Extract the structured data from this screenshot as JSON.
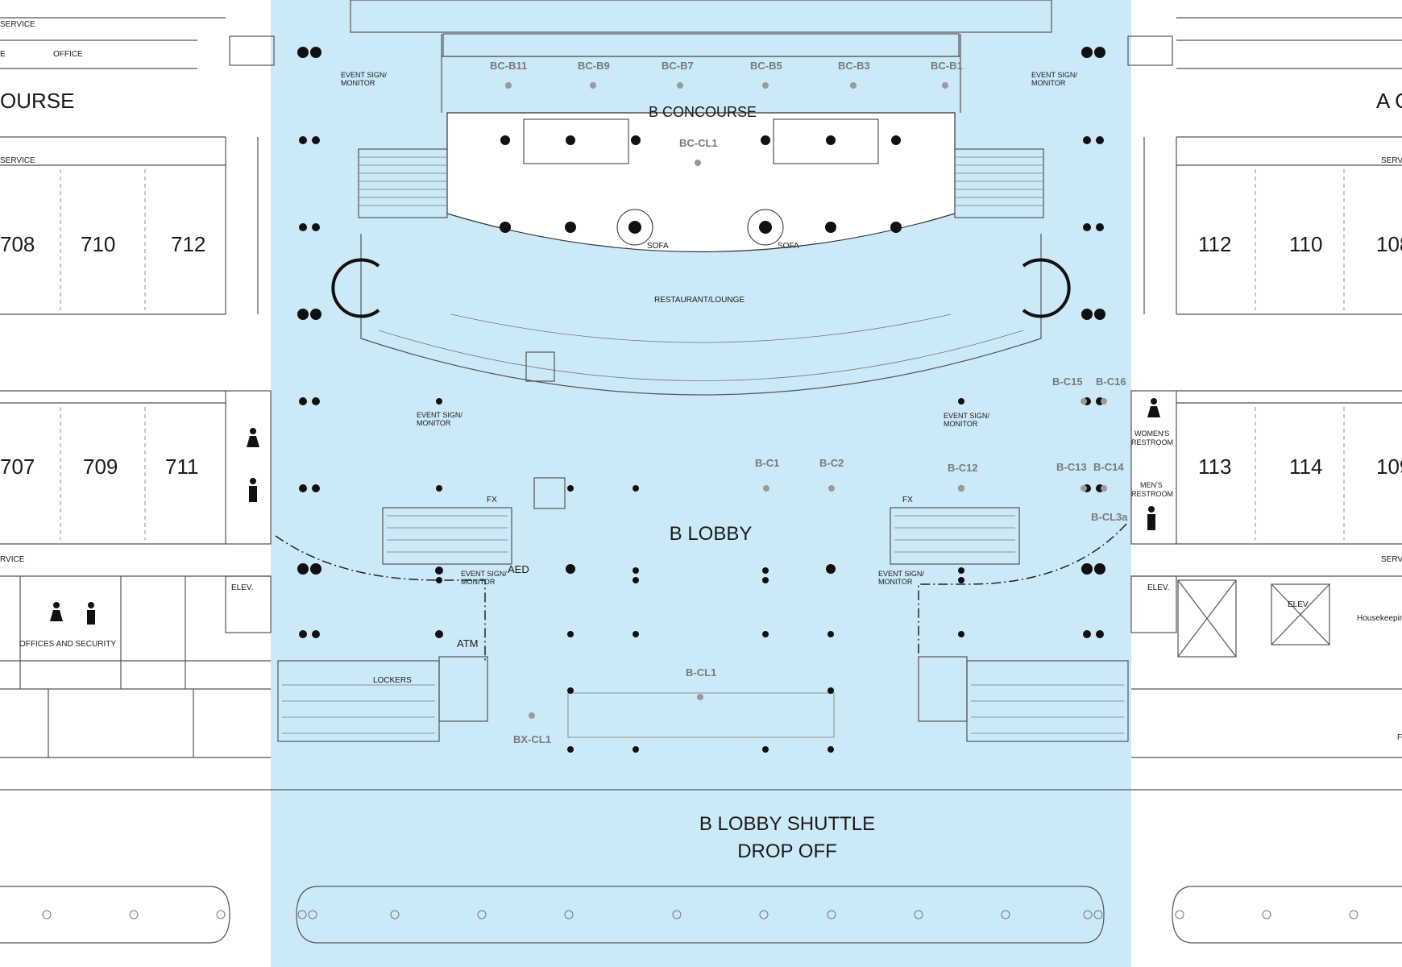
{
  "colors": {
    "highlight": "#cce9f7",
    "background": "#ffffff",
    "column": "#111111",
    "marker": "#9a9a9a"
  },
  "areas": {
    "b_concourse": "B CONCOURSE",
    "b_lobby": "B LOBBY",
    "restaurant": "RESTAURANT/LOUNGE",
    "shuttle_line1": "B LOBBY SHUTTLE",
    "shuttle_line2": "DROP OFF",
    "left_concourse": "OURSE",
    "right_concourse": "A C"
  },
  "rooms_left": {
    "r708": "708",
    "r710": "710",
    "r712": "712",
    "r707": "707",
    "r709": "709",
    "r711": "711"
  },
  "rooms_right": {
    "r112": "112",
    "r110": "110",
    "r108": "108",
    "r113": "113",
    "r114": "114",
    "r109": "109"
  },
  "labels": {
    "service": "SERVICE",
    "service_short": "RVICE",
    "serv": "SERV",
    "office": "OFFICE",
    "office_e": "E",
    "offices_security": "OFFICES AND SECURITY",
    "elev": "ELEV.",
    "lockers": "LOCKERS",
    "atm": "ATM",
    "aed": "AED",
    "fx": "FX",
    "sofa": "SOFA",
    "housekeeping": "Housekeepin",
    "womens_1": "WOMEN'S",
    "womens_2": "RESTROOM",
    "mens_1": "MEN'S",
    "mens_2": "RESTROOM",
    "event_sign_1": "EVENT SIGN/",
    "event_sign_2": "MONITOR",
    "f_cut": "F"
  },
  "markers": {
    "bc_b11": "BC-B11",
    "bc_b9": "BC-B9",
    "bc_b7": "BC-B7",
    "bc_b5": "BC-B5",
    "bc_b3": "BC-B3",
    "bc_b1": "BC-B1",
    "bc_cl1": "BC-CL1",
    "b_c1": "B-C1",
    "b_c2": "B-C2",
    "b_c12": "B-C12",
    "b_c13": "B-C13",
    "b_c14": "B-C14",
    "b_c15": "B-C15",
    "b_c16": "B-C16",
    "b_cl3a": "B-CL3a",
    "b_cl1": "B-CL1",
    "bx_cl1": "BX-CL1"
  }
}
